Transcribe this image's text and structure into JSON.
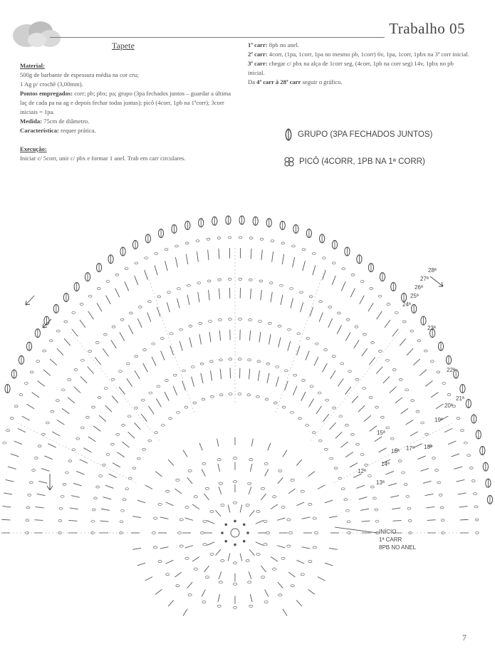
{
  "page": {
    "title": "Trabalho 05",
    "subtitle": "Tapete",
    "page_number": "7"
  },
  "material": {
    "heading": "Material:",
    "line1": "500g de barbante de espessura média na cor cru;",
    "line2": "1 Ag p/ crochê (3,00mm).",
    "pontos_label": "Pontos empregados:",
    "pontos_text": " corr; pb; pbx; pa; grupo (3pa fechados juntos – guardar a última laç de cada pa na ag e depois fechar todas juntas); picô (4corr, 1pb na 1ªcorr); 3corr iniciais = 1pa.",
    "medida_label": "Medida:",
    "medida_text": " 75cm de diâmetro.",
    "carac_label": "Característica:",
    "carac_text": " requer prática."
  },
  "execucao": {
    "heading": "Execução:",
    "text": "Iniciar c/ 5corr, unir c/ pbx e formar 1 anel. Trab em carr circulares."
  },
  "instructions": {
    "r1_label": "1ª carr:",
    "r1_text": " 8pb no anel.",
    "r2_label": "2ª carr:",
    "r2_text": " 4corr, (1pa, 1corr, 1pa no mesmo pb, 1corr) 6v, 1pa, 1corr, 1pbx na 3ª corr inicial.",
    "r3_label": "3ª carr:",
    "r3_text": " chegar c/ pbx na alça de 1corr seg, (4corr, 1pb na corr seg) 14v, 1pbx no pb inicial.",
    "r4_pre": "Da ",
    "r4_label": "4ª carr à 28ª carr",
    "r4_text": " seguir o gráfico."
  },
  "legend": {
    "grupo": "GRUPO (3PA FECHADOS JUNTOS)",
    "pico": "PICÔ (4CORR, 1PB NA 1ª CORR)"
  },
  "diagram_labels": {
    "inicio": "INÍCIO",
    "carr1": "1ª CARR",
    "pb_anel": "8PB NO ANEL",
    "rows": [
      "28ª",
      "27ª",
      "26ª",
      "25ª",
      "24ª",
      "23ª",
      "22ª",
      "21ª",
      "20ª",
      "19ª",
      "18ª",
      "17ª",
      "16ª",
      "15ª",
      "14ª",
      "13ª",
      "12ª"
    ]
  }
}
